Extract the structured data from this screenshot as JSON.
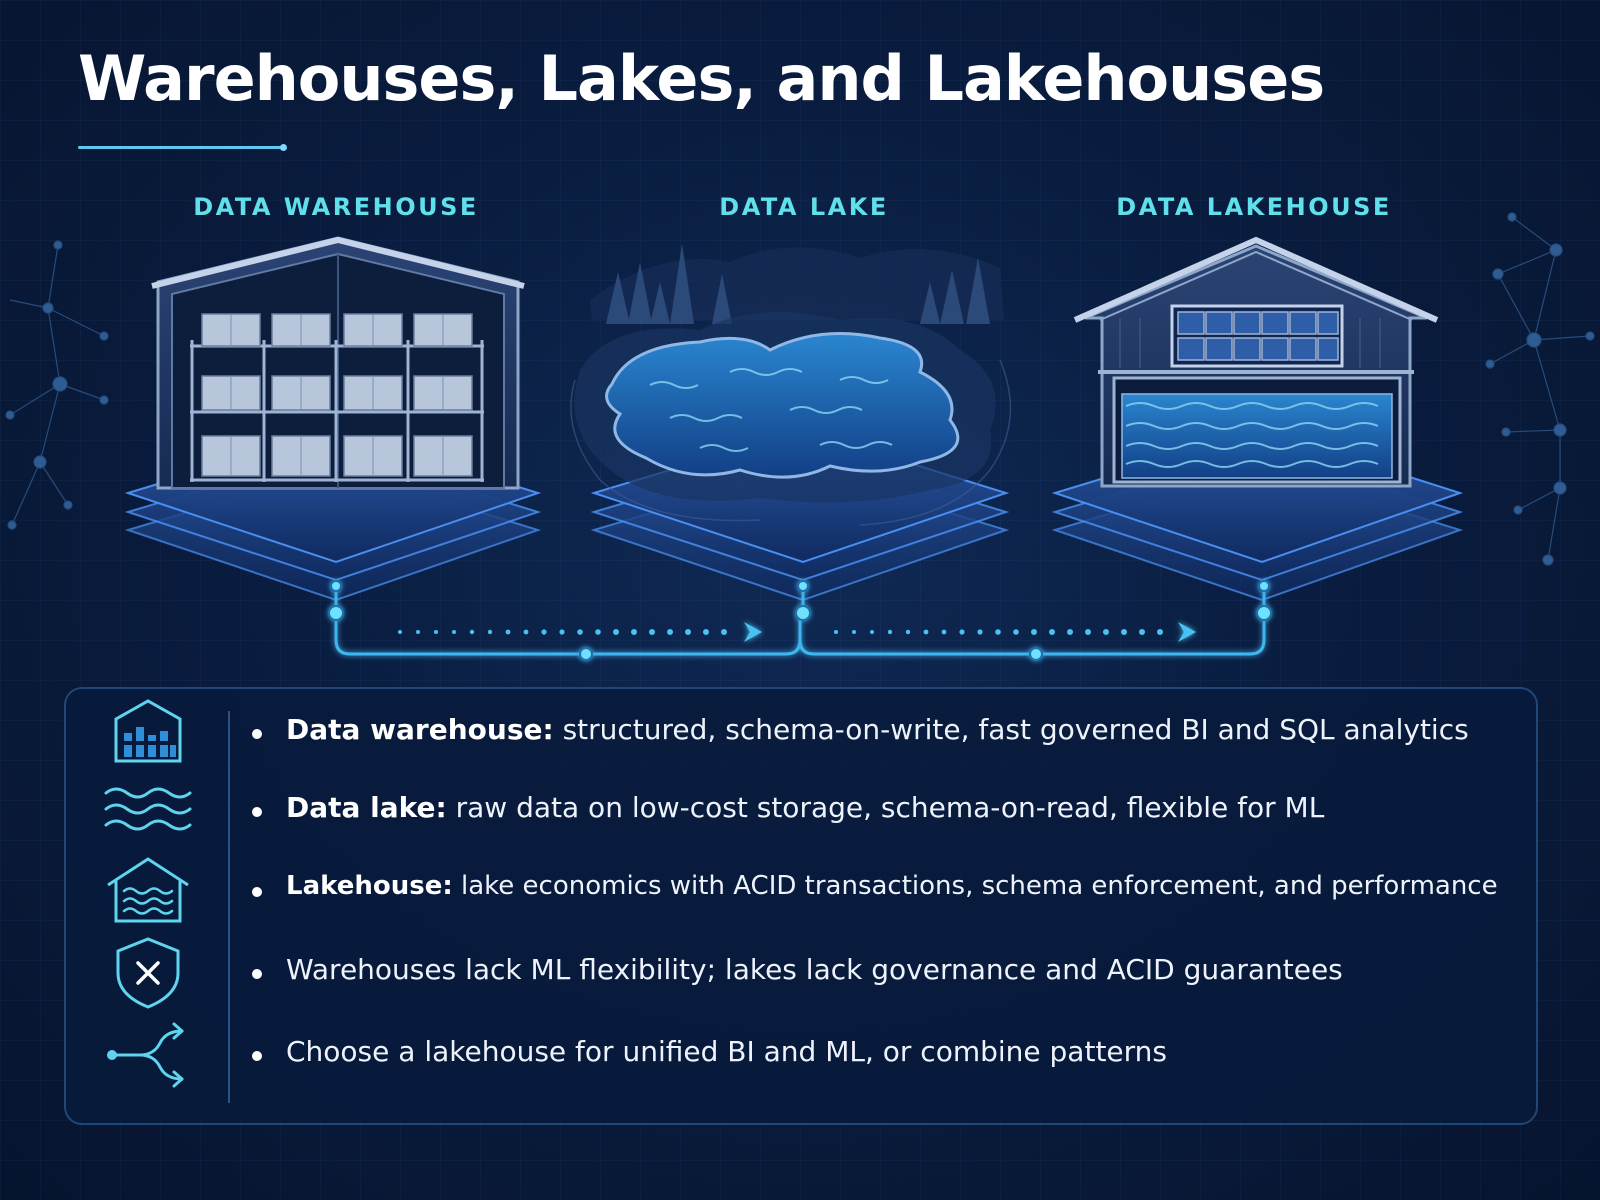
{
  "title": "Warehouses, Lakes, and Lakehouses",
  "columns": [
    {
      "label": "DATA WAREHOUSE"
    },
    {
      "label": "DATA LAKE"
    },
    {
      "label": "DATA LAKEHOUSE"
    }
  ],
  "points": [
    {
      "icon": "warehouse-icon",
      "lead": "Data warehouse:",
      "text": " structured, schema-on-write, fast governed BI and SQL analytics"
    },
    {
      "icon": "waves-icon",
      "lead": "Data lake:",
      "text": " raw data on low-cost storage, schema-on-read, flexible for ML"
    },
    {
      "icon": "lakehouse-icon",
      "lead": "Lakehouse:",
      "text": " lake economics with ACID transactions, schema enforcement, and performance"
    },
    {
      "icon": "shield-x-icon",
      "lead": "",
      "text": "Warehouses lack ML flexibility; lakes lack governance and ACID guarantees"
    },
    {
      "icon": "branch-arrows-icon",
      "lead": "",
      "text": "Choose a lakehouse for unified BI and ML, or combine patterns"
    }
  ],
  "colors": {
    "background": "#0a1d40",
    "accent": "#5fe0ea",
    "connector": "#3fb6f0",
    "water": "#1f6fb8",
    "panel_border": "#1f4777"
  }
}
